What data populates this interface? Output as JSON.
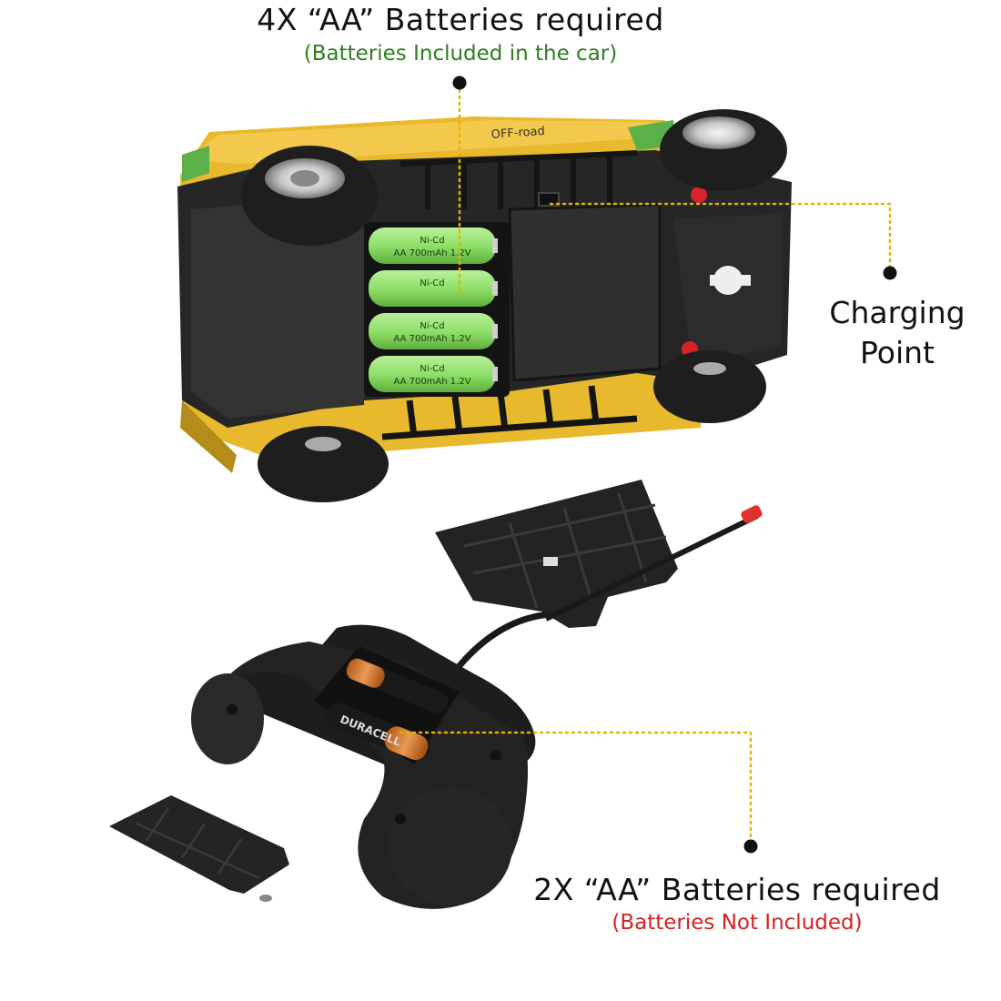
{
  "annotations": {
    "top_title": "4X “AA” Batteries required",
    "top_subtitle": "(Batteries Included in the car)",
    "charging_line1": "Charging",
    "charging_line2": "Point",
    "bottom_title": "2X “AA” Batteries required",
    "bottom_subtitle": "(Batteries Not Included)"
  },
  "colors": {
    "subtitle_included": "#2e7d1f",
    "subtitle_not_included": "#d62020",
    "leader_line": "#e0b400",
    "car_body": "#e8b92c",
    "battery_green": "#8fe068"
  },
  "car_batteries": [
    {
      "text1": "Ni-Cd",
      "text2": "AA 700mAh 1.2V"
    },
    {
      "text1": "Ni-Cd",
      "text2": ""
    },
    {
      "text1": "Ni-Cd",
      "text2": "AA 700mAh 1.2V"
    },
    {
      "text1": "Ni-Cd",
      "text2": "AA 700mAh 1.2V"
    }
  ],
  "car_body_text": "OFF-road",
  "remote_battery_text": "DURACELL"
}
